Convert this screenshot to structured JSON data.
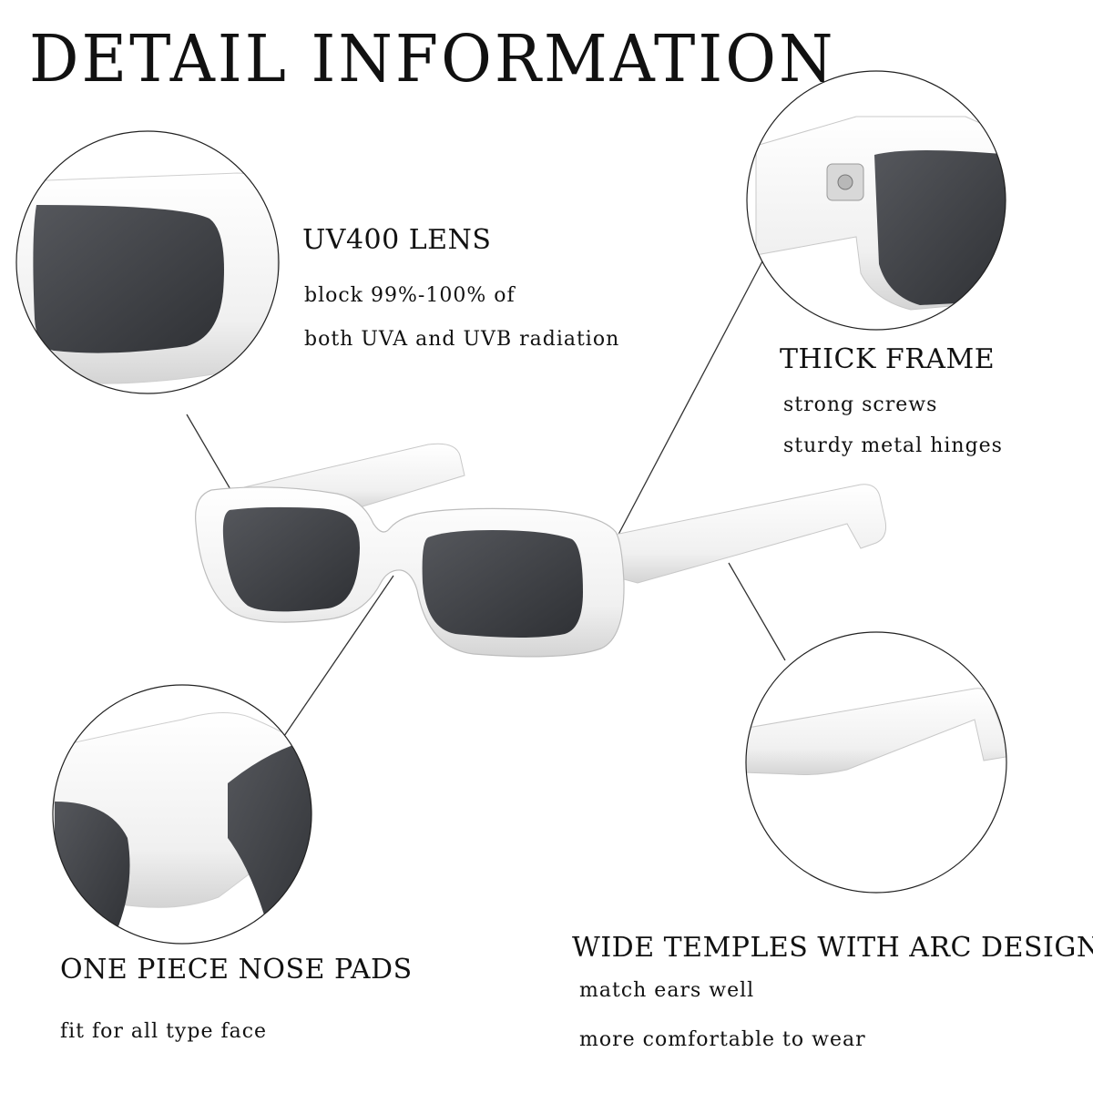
{
  "title": "DETAIL INFORMATION",
  "features": [
    {
      "heading": "UV400 LENS",
      "lines": [
        "block 99%-100% of",
        "both UVA and UVB radiation"
      ]
    },
    {
      "heading": "THICK FRAME",
      "lines": [
        "strong screws",
        "sturdy metal hinges"
      ]
    },
    {
      "heading": "ONE PIECE NOSE PADS",
      "lines": [
        "fit for all type face"
      ]
    },
    {
      "heading": "WIDE TEMPLES WITH ARC DESIGN",
      "lines": [
        "match ears well",
        "more comfortable to wear"
      ]
    }
  ],
  "colors": {
    "frame": "#f4f4f4",
    "frame_shadow": "#cfcfcf",
    "lens": "#4a4c50",
    "lens_dark": "#303236",
    "pointer": "#333333",
    "circle_border": "#222222"
  }
}
